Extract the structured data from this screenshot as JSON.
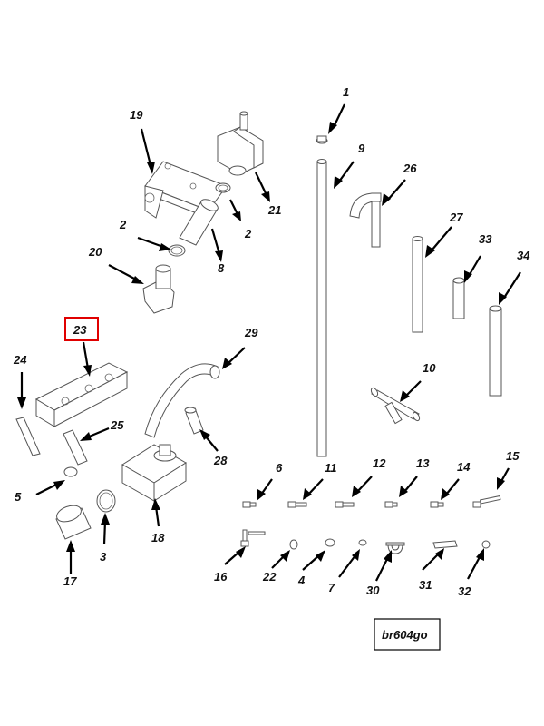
{
  "diagram": {
    "reference_code": "br604go",
    "highlighted_callout": "23",
    "callouts": {
      "c1": "1",
      "c2a": "2",
      "c2b": "2",
      "c3": "3",
      "c4": "4",
      "c5": "5",
      "c6": "6",
      "c7": "7",
      "c8": "8",
      "c9": "9",
      "c10": "10",
      "c11": "11",
      "c12": "12",
      "c13": "13",
      "c14": "14",
      "c15": "15",
      "c16": "16",
      "c17": "17",
      "c18": "18",
      "c19": "19",
      "c20": "20",
      "c21": "21",
      "c22": "22",
      "c23": "23",
      "c24": "24",
      "c25": "25",
      "c26": "26",
      "c27": "27",
      "c28": "28",
      "c29": "29",
      "c30": "30",
      "c31": "31",
      "c32": "32",
      "c33": "33",
      "c34": "34"
    },
    "colors": {
      "highlight": "#e00000",
      "line": "#000000",
      "part": "#555555"
    }
  }
}
